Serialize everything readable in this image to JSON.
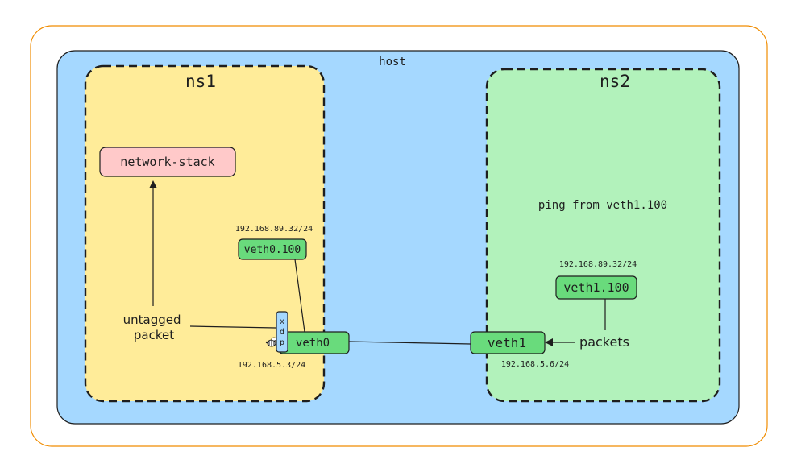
{
  "colors": {
    "outer_border": "#f08c00",
    "host_fill": "#a5d8ff",
    "ns1_fill": "#ffec99",
    "ns2_fill": "#b2f2bb",
    "iface_fill": "#69db7c",
    "stack_fill": "#ffc9c9",
    "xdp_fill": "#a5d8ff",
    "stroke": "#1e1e1e"
  },
  "host": {
    "label": "host"
  },
  "ns1": {
    "title": "ns1",
    "network_stack": "network-stack",
    "untagged_line1": "untagged",
    "untagged_line2": "packet",
    "veth0_100": {
      "label": "veth0.100",
      "ip": "192.168.89.32/24"
    },
    "veth0": {
      "label": "veth0",
      "ip": "192.168.5.3/24"
    },
    "xdp": [
      "x",
      "d",
      "p"
    ],
    "bee_icon": "bee-icon"
  },
  "ns2": {
    "title": "ns2",
    "ping_text": "ping from veth1.100",
    "veth1_100": {
      "label": "veth1.100",
      "ip": "192.168.89.32/24"
    },
    "veth1": {
      "label": "veth1",
      "ip": "192.168.5.6/24"
    },
    "packets": "packets"
  }
}
